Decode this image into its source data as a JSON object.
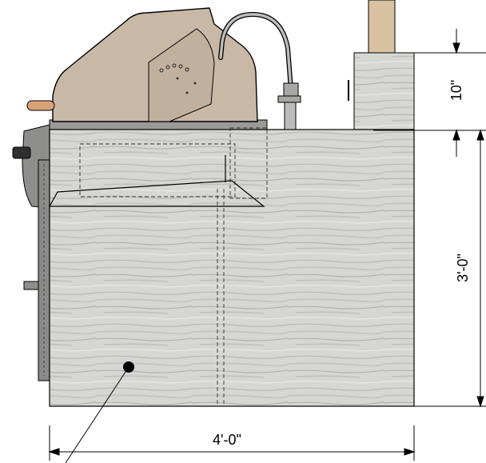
{
  "drawing": {
    "dimensions": {
      "width": "4'-0\"",
      "height": "3'-0\"",
      "backsplash": "10\""
    },
    "colors": {
      "stone_base": "#d6d7d3",
      "stone_vein": "#a9aba6",
      "grill_hood": "#c9b8a6",
      "grill_dark": "#3a3a3a",
      "post": "#d9c2a2",
      "line": "#000000"
    }
  }
}
